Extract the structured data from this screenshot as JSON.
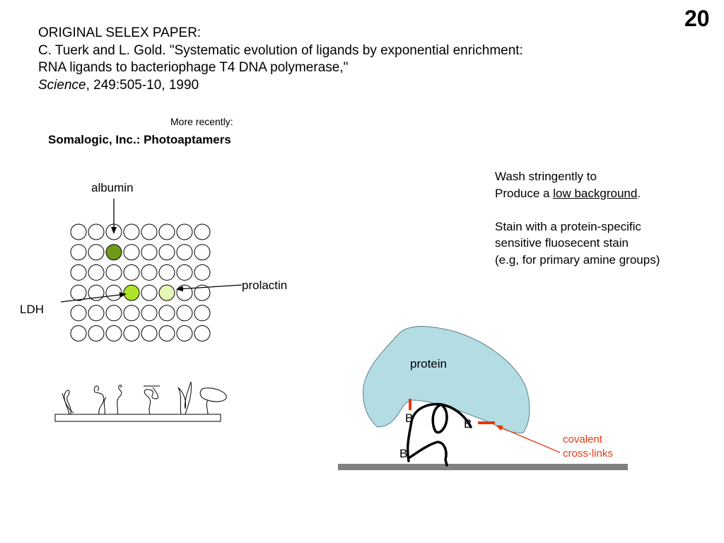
{
  "slide_number": "20",
  "reference": {
    "line1": "ORIGINAL SELEX PAPER:",
    "line2": "C. Tuerk and L. Gold. \"Systematic evolution of ligands by exponential enrichment:",
    "line3": "RNA ligands to bacteriophage T4 DNA polymerase,\"",
    "journal": "Science",
    "citation_rest": ", 249:505-10, 1990"
  },
  "more_recently": "More recently:",
  "company_line": "Somalogic, Inc.:  Photoaptamers",
  "array": {
    "labels": {
      "albumin": "albumin",
      "prolactin": "prolactin",
      "ldh": "LDH"
    },
    "rows": 6,
    "cols": 8,
    "colors": {
      "empty": "#ffffff",
      "albumin": "#6f9a1a",
      "ldh": "#aee32a",
      "prolactin": "#e5f7b6"
    }
  },
  "instructions": {
    "line1": "Wash stringently to",
    "line2_pre": "Produce a ",
    "line2_underlined": "low background",
    "line2_post": ".",
    "line3": "Stain with a protein-specific",
    "line4": "sensitive fluosecent stain",
    "line5": "(e.g, for primary amine groups)"
  },
  "protein_diagram": {
    "protein_label": "protein",
    "b_label_1": "B",
    "b_label_2": "B",
    "b_label_3": "B",
    "crosslink_line1": "covalent",
    "crosslink_line2": "cross-links",
    "colors": {
      "protein_fill": "#b3dde3",
      "crosslink": "#e8390e",
      "surface": "#808080"
    }
  }
}
